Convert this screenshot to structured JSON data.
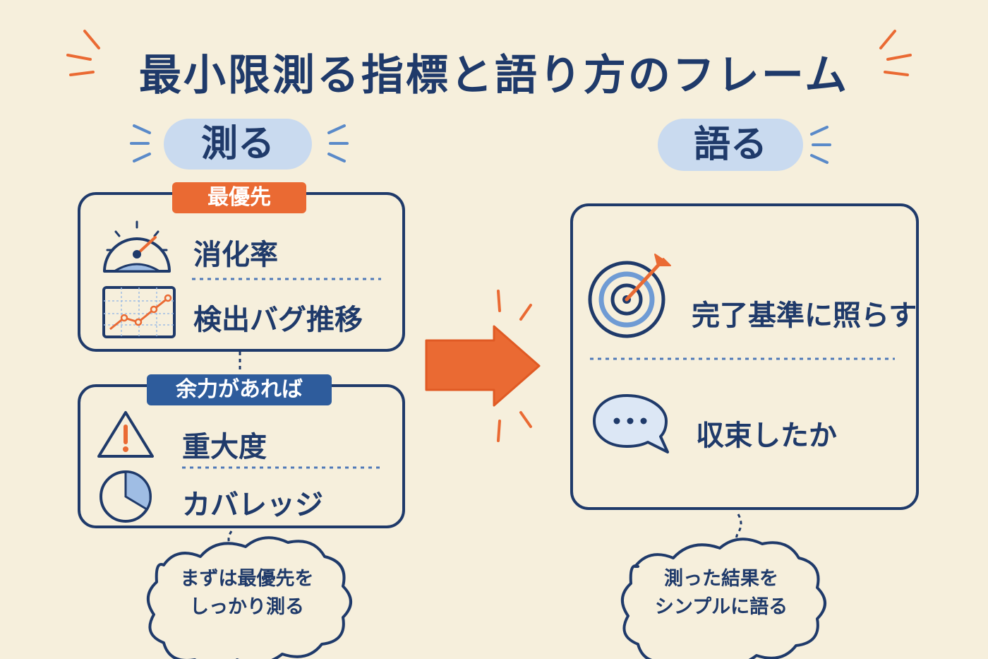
{
  "title": "最小限測る指標と語り方のフレーム",
  "left": {
    "heading": "測る",
    "priority_tag": "最優先",
    "priority_items": [
      {
        "label": "消化率",
        "icon": "gauge-icon"
      },
      {
        "label": "検出バグ推移",
        "icon": "line-chart-icon"
      }
    ],
    "optional_tag": "余力があれば",
    "optional_items": [
      {
        "label": "重大度",
        "icon": "warning-icon"
      },
      {
        "label": "カバレッジ",
        "icon": "pie-chart-icon"
      }
    ],
    "note_lines": [
      "まずは最優先を",
      "しっかり測る"
    ]
  },
  "arrow": {
    "icon": "arrow-right-icon"
  },
  "right": {
    "heading": "語る",
    "items": [
      {
        "label": "完了基準に照らす",
        "icon": "target-icon"
      },
      {
        "label": "収束したか",
        "icon": "speech-bubble-icon"
      }
    ],
    "note_lines": [
      "測った結果を",
      "シンプルに語る"
    ]
  },
  "colors": {
    "background": "#f6efdc",
    "navy": "#1f3a6a",
    "orange": "#ea6a33",
    "light_blue": "#c9daef",
    "tag_blue": "#2e5c9c"
  }
}
